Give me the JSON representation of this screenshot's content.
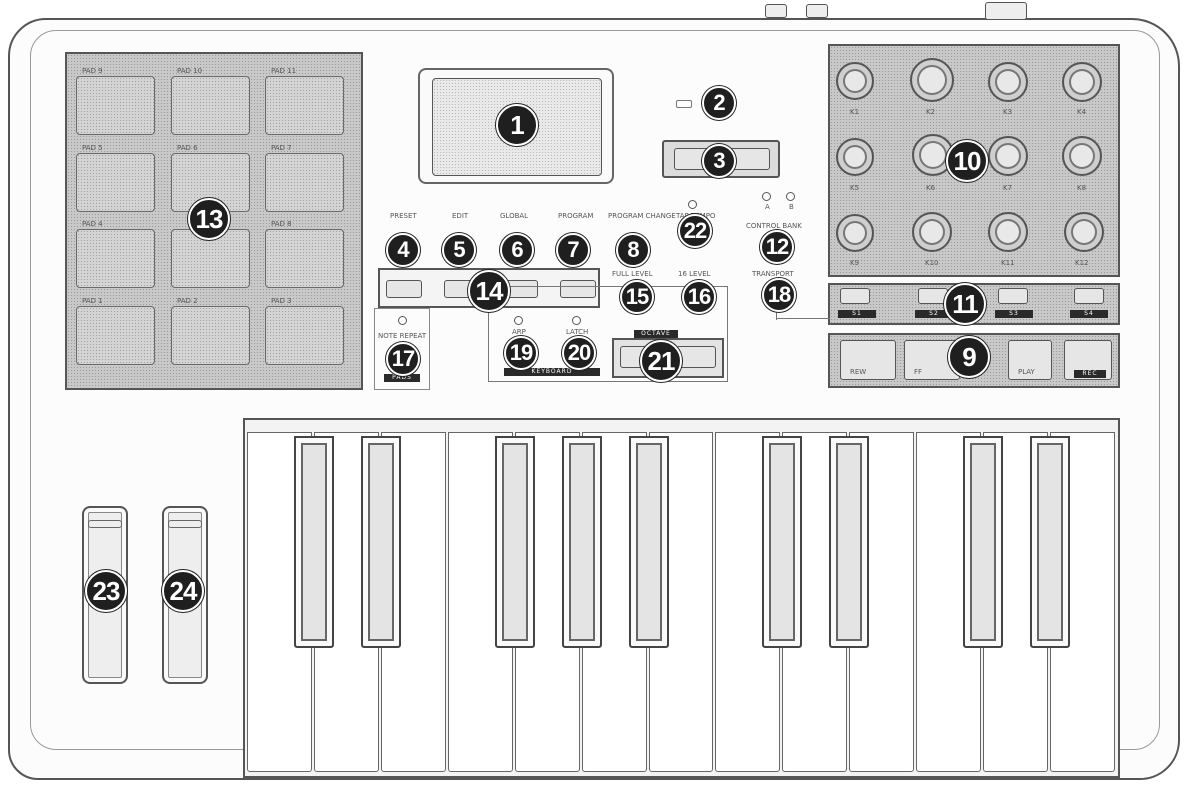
{
  "callouts": [
    "1",
    "2",
    "3",
    "4",
    "5",
    "6",
    "7",
    "8",
    "9",
    "10",
    "11",
    "12",
    "13",
    "14",
    "15",
    "16",
    "17",
    "18",
    "19",
    "20",
    "21",
    "22",
    "23",
    "24"
  ],
  "pads": {
    "labels": [
      "PAD 9",
      "PAD 10",
      "PAD 11",
      "PAD 5",
      "PAD 6",
      "PAD 7",
      "PAD 4",
      "PAD 8",
      "PAD 1",
      "PAD 2",
      "PAD 3"
    ]
  },
  "knobs": {
    "labels": [
      "K1",
      "K2",
      "K3",
      "K4",
      "K5",
      "K6",
      "K7",
      "K8",
      "K9",
      "K10",
      "K11",
      "K12"
    ]
  },
  "buttons": {
    "preset": "PRESET",
    "edit": "EDIT",
    "global": "GLOBAL",
    "program": "PROGRAM",
    "program_change": "PROGRAM CHANGE",
    "tap_tempo": "TAP TEMPO",
    "control_bank": "CONTROL BANK",
    "full_level": "FULL LEVEL",
    "sixteen_level": "16 LEVEL",
    "transport": "TRANSPORT",
    "note_repeat": "NOTE REPEAT",
    "arp": "ARP",
    "latch": "LATCH",
    "octave": "OCTAVE",
    "keyboard": "KEYBOARD",
    "pads": "PADS",
    "bank_a": "A",
    "bank_b": "B"
  },
  "switches": {
    "labels": [
      "S1",
      "S2",
      "S3",
      "S4"
    ]
  },
  "transport": {
    "labels": [
      "REW",
      "FF",
      "PLAY",
      "REC"
    ]
  }
}
